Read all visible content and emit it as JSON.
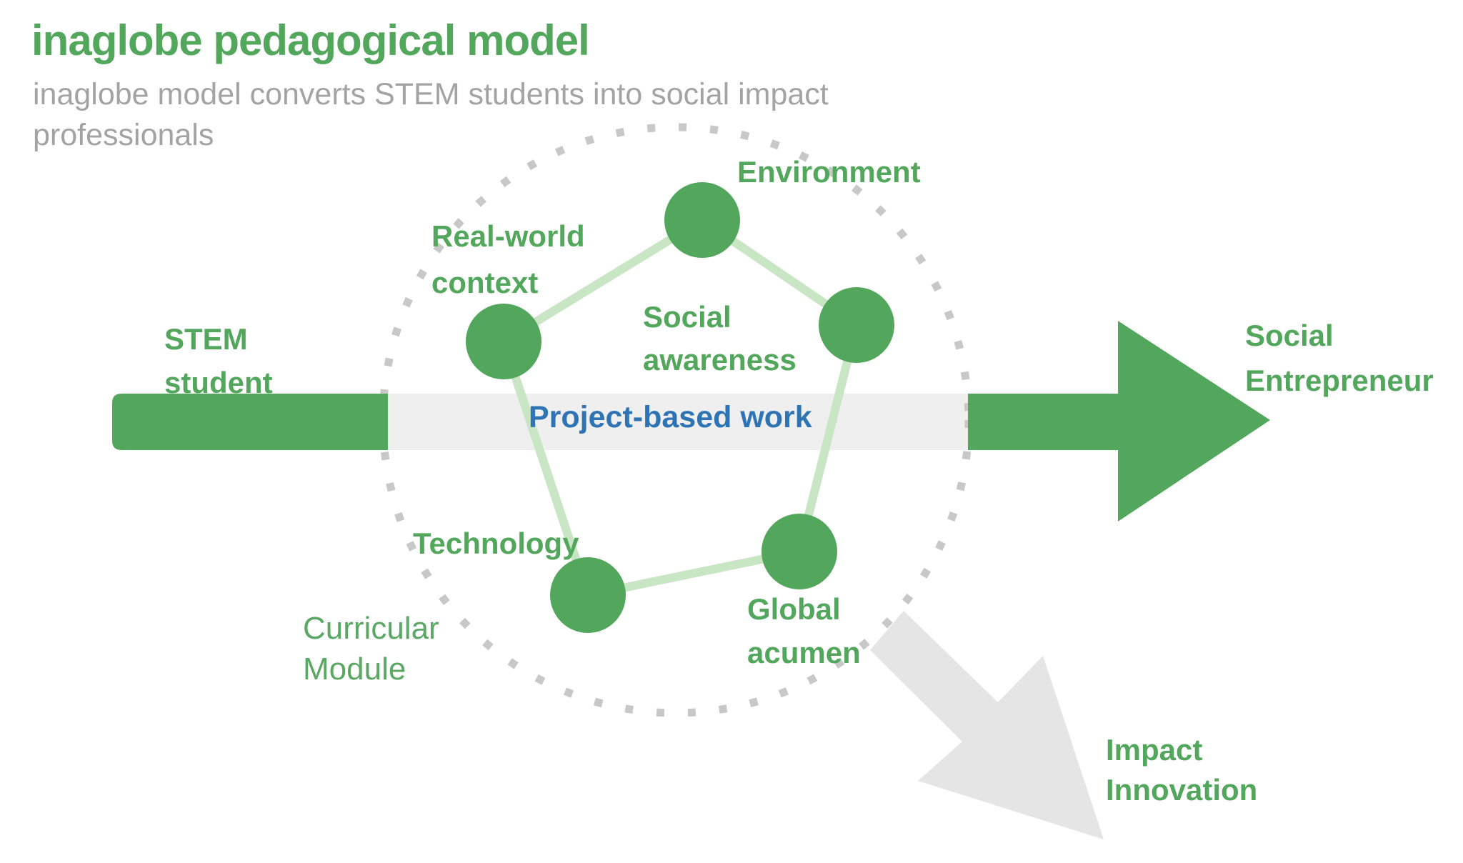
{
  "header": {
    "title": "inaglobe pedagogical model",
    "subtitle_lines": [
      "inaglobe model converts STEM students into social impact",
      "professionals"
    ]
  },
  "flow": {
    "input": {
      "lines": [
        "STEM",
        "student"
      ]
    },
    "band_label": "Project-based work",
    "output": {
      "lines": [
        "Social",
        "Entrepreneur"
      ]
    }
  },
  "ring": {
    "label_lines": [
      "Curricular",
      "Module"
    ]
  },
  "nodes": {
    "environment": {
      "label": "Environment"
    },
    "real_world": {
      "lines": [
        "Real-world",
        "context"
      ]
    },
    "social_awareness": {
      "lines": [
        "Social",
        "awareness"
      ]
    },
    "technology": {
      "label": "Technology"
    },
    "global_acumen": {
      "lines": [
        "Global",
        "acumen"
      ]
    }
  },
  "outcome": {
    "impact": {
      "lines": [
        "Impact",
        "Innovation"
      ]
    }
  },
  "colors": {
    "green": "#53a75c",
    "light_green_connector": "#c8e5c4",
    "band_gray": "#efefef",
    "ring_dot_gray": "#c8c8c8",
    "impact_arrow_gray": "#e5e5e5",
    "subtitle_gray": "#a3a3a3",
    "project_blue": "#2e74b5",
    "background": "#ffffff"
  }
}
